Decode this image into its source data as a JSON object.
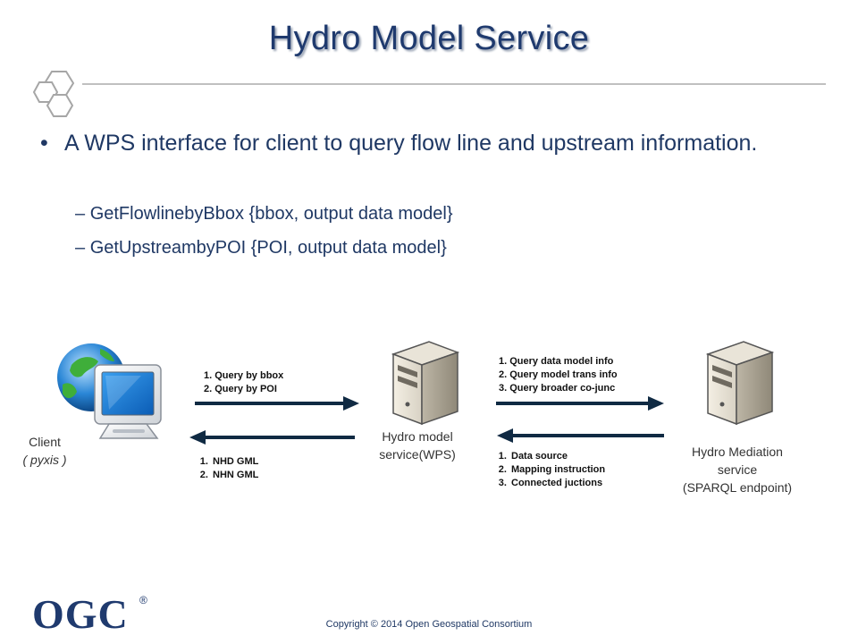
{
  "title": "Hydro Model Service",
  "bullet": "A WPS interface for client to query flow line and upstream information.",
  "bullet_marker": "•",
  "sub_marker": "–",
  "subitems": [
    "GetFlowlinebyBbox {bbox, output data model}",
    "GetUpstreambyPOI {POI, output data model}"
  ],
  "nodes": {
    "client": {
      "line1": "Client",
      "line2": "( pyxis )"
    },
    "wps": {
      "line1": "Hydro model",
      "line2": "service(WPS)"
    },
    "mediation": {
      "line1": "Hydro Mediation",
      "line2": "service",
      "line3": "(SPARQL endpoint)"
    }
  },
  "messages": {
    "client_to_wps": [
      "1. Query by bbox",
      "2. Query by POI"
    ],
    "wps_to_client": [
      "NHD GML",
      "NHN GML"
    ],
    "wps_to_mediation": [
      "1. Query data model info",
      "2. Query model trans info",
      "3. Query broader co-junc"
    ],
    "mediation_to_wps": [
      "Data source",
      "Mapping instruction",
      "Connected juctions"
    ]
  },
  "colors": {
    "title": "#1f3a6e",
    "text": "#1f3864",
    "arrow": "#102a43",
    "rule": "#c0c0c0"
  },
  "footer": {
    "logo": "OGC",
    "registered": "®",
    "copyright": "Copyright © 2014 Open Geospatial Consortium"
  }
}
